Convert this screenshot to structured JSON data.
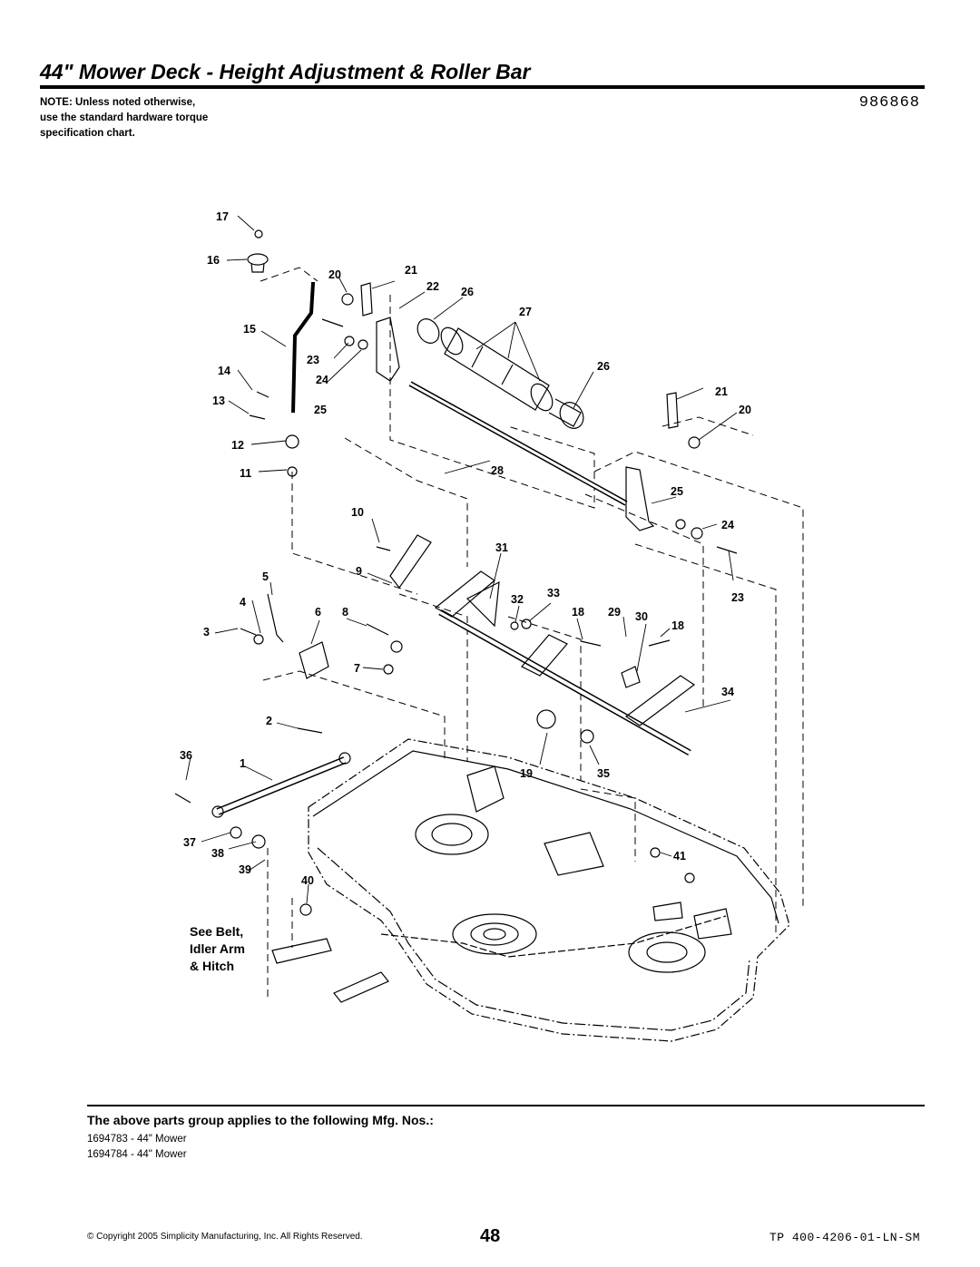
{
  "header": {
    "title": "44\" Mower Deck - Height Adjustment & Roller Bar",
    "drawing_number": "986868",
    "note_lines": [
      "NOTE: Unless noted otherwise,",
      "use the standard hardware torque",
      "specification chart."
    ]
  },
  "diagram": {
    "callouts": [
      "17",
      "16",
      "20",
      "21",
      "22",
      "26",
      "27",
      "15",
      "23",
      "14",
      "24",
      "26",
      "13",
      "25",
      "21",
      "20",
      "12",
      "11",
      "28",
      "25",
      "10",
      "24",
      "31",
      "5",
      "9",
      "4",
      "32",
      "33",
      "18",
      "29",
      "30",
      "23",
      "6",
      "8",
      "3",
      "18",
      "7",
      "34",
      "2",
      "36",
      "1",
      "19",
      "35",
      "37",
      "38",
      "41",
      "39",
      "40"
    ],
    "see_belt_lines": [
      "See Belt,",
      "Idler Arm",
      "& Hitch"
    ]
  },
  "footer": {
    "applies_heading": "The above parts group applies to the following Mfg. Nos.:",
    "mfg_numbers": [
      "1694783 - 44\" Mower",
      "1694784 - 44\" Mower"
    ],
    "copyright": "© Copyright 2005 Simplicity Manufacturing, Inc. All Rights Reserved.",
    "page_number": "48",
    "document_code": "TP 400-4206-01-LN-SM"
  }
}
